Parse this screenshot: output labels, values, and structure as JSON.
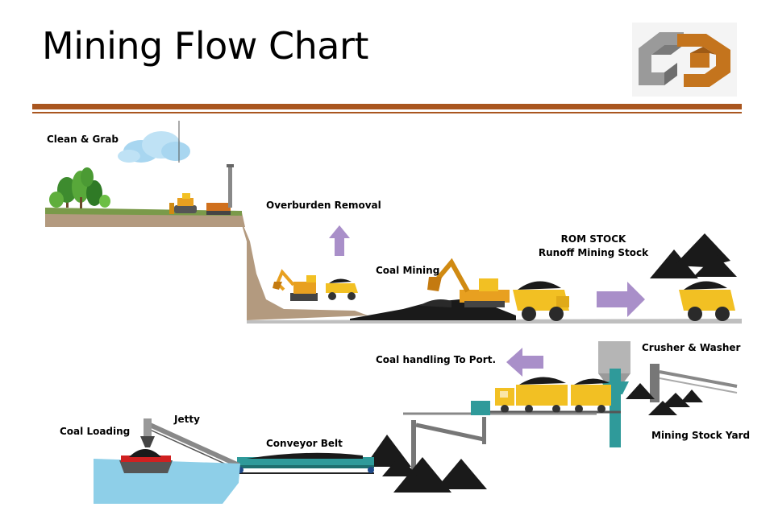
{
  "title": "Mining Flow Chart",
  "colors": {
    "rule": "#a9561f",
    "logo_grey": "#9a9a9a",
    "logo_orange": "#c4741d",
    "arrow": "#a98fc9",
    "earth": "#b39a7f",
    "water": "#8ecfe8",
    "truck": "#f2c023",
    "coal": "#1a1a1a",
    "machine": "#e8a020",
    "teal": "#2f9a9a"
  },
  "labels": {
    "clean_grab": "Clean & Grab",
    "overburden": "Overburden Removal",
    "coal_mining": "Coal Mining",
    "rom_stock_1": "ROM STOCK",
    "rom_stock_2": "Runoff Mining Stock",
    "crusher": "Crusher & Washer",
    "coal_handling": "Coal handling To Port.",
    "stock_yard": "Mining Stock Yard",
    "coal_loading": "Coal Loading",
    "jetty": "Jetty",
    "conveyor": "Conveyor Belt"
  },
  "icons": {
    "logo": "interlocking-chain-logo",
    "arrow_up": "up-arrow-icon",
    "arrow_right": "right-arrow-icon",
    "arrow_left": "left-arrow-icon"
  }
}
